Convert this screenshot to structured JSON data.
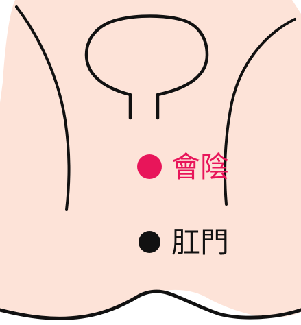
{
  "points": [
    {
      "id": "perineum",
      "label": "會陰",
      "color": "#e8155a"
    },
    {
      "id": "anus",
      "label": "肛門",
      "color": "#111111"
    }
  ],
  "colors": {
    "skin": "#fde3d8",
    "outline": "#111111",
    "background": "#ffffff"
  }
}
